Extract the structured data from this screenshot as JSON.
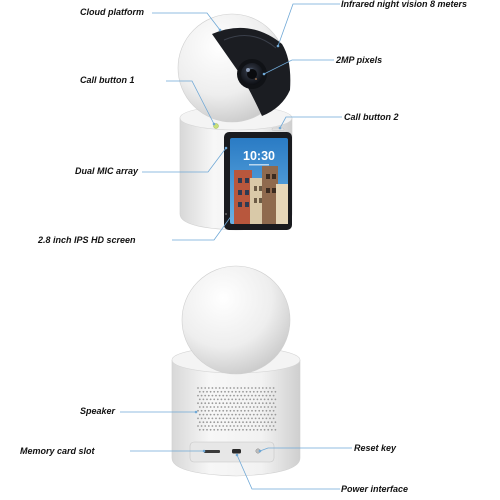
{
  "labels": {
    "cloud_platform": "Cloud platform",
    "infrared": "Infrared night vision 8 meters",
    "call_button_1": "Call button 1",
    "pixels": "2MP pixels",
    "call_button_2": "Call button 2",
    "mic_array": "Dual MIC array",
    "screen": "2.8 inch IPS HD screen",
    "speaker": "Speaker",
    "memory_card": "Memory card slot",
    "reset_key": "Reset key",
    "power_interface": "Power interface"
  },
  "screen_display": {
    "time": "10:30"
  },
  "colors": {
    "callout_line": "#6fa8d6",
    "device_body": "#f3f3f3",
    "screen_sky": "#3f8fd0",
    "label_text": "#111111"
  }
}
